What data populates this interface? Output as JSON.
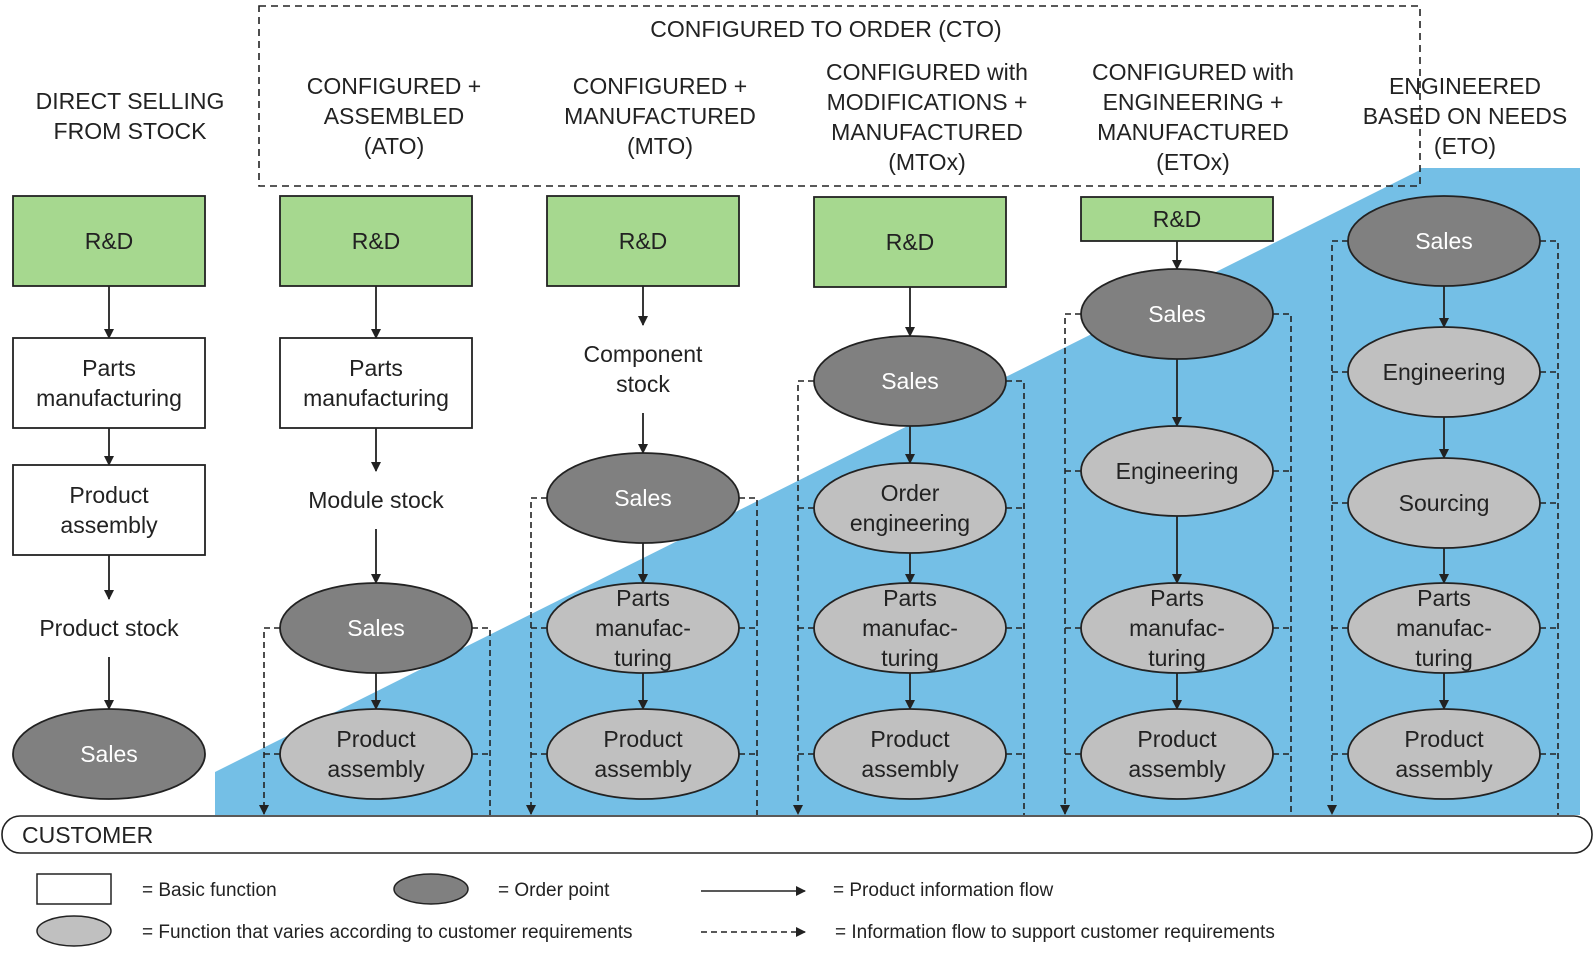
{
  "cto_group_title": "CONFIGURED TO ORDER (CTO)",
  "columns": [
    {
      "id": "mts",
      "header": [
        "DIRECT SELLING",
        "FROM STOCK"
      ],
      "nodes": [
        {
          "type": "rd",
          "label": [
            "R&D"
          ]
        },
        {
          "type": "basic",
          "label": [
            "Parts",
            "manufacturing"
          ]
        },
        {
          "type": "basic",
          "label": [
            "Product",
            "assembly"
          ]
        },
        {
          "type": "stock",
          "label": [
            "Product stock"
          ]
        },
        {
          "type": "order",
          "label": [
            "Sales"
          ]
        }
      ]
    },
    {
      "id": "ato",
      "header": [
        "CONFIGURED +",
        "ASSEMBLED",
        "(ATO)"
      ],
      "nodes": [
        {
          "type": "rd",
          "label": [
            "R&D"
          ]
        },
        {
          "type": "basic",
          "label": [
            "Parts",
            "manufacturing"
          ]
        },
        {
          "type": "stock",
          "label": [
            "Module stock"
          ]
        },
        {
          "type": "order",
          "label": [
            "Sales"
          ]
        },
        {
          "type": "variable",
          "label": [
            "Product",
            "assembly"
          ]
        }
      ]
    },
    {
      "id": "mto",
      "header": [
        "CONFIGURED +",
        "MANUFACTURED",
        "(MTO)"
      ],
      "nodes": [
        {
          "type": "rd",
          "label": [
            "R&D"
          ]
        },
        {
          "type": "stock",
          "label": [
            "Component",
            "stock"
          ]
        },
        {
          "type": "order",
          "label": [
            "Sales"
          ]
        },
        {
          "type": "variable",
          "label": [
            "Parts",
            "manufac-",
            "turing"
          ]
        },
        {
          "type": "variable",
          "label": [
            "Product",
            "assembly"
          ]
        }
      ]
    },
    {
      "id": "mtox",
      "header": [
        "CONFIGURED with",
        "MODIFICATIONS  +",
        "MANUFACTURED",
        "(MTOx)"
      ],
      "nodes": [
        {
          "type": "rd",
          "label": [
            "R&D"
          ]
        },
        {
          "type": "order",
          "label": [
            "Sales"
          ]
        },
        {
          "type": "variable",
          "label": [
            "Order",
            "engineering"
          ]
        },
        {
          "type": "variable",
          "label": [
            "Parts",
            "manufac-",
            "turing"
          ]
        },
        {
          "type": "variable",
          "label": [
            "Product",
            "assembly"
          ]
        }
      ]
    },
    {
      "id": "etox",
      "header": [
        "CONFIGURED with",
        "ENGINEERING +",
        "MANUFACTURED",
        "(ETOx)"
      ],
      "nodes": [
        {
          "type": "rd",
          "label": [
            "R&D"
          ]
        },
        {
          "type": "order",
          "label": [
            "Sales"
          ]
        },
        {
          "type": "variable",
          "label": [
            "Engineering"
          ]
        },
        {
          "type": "variable",
          "label": [
            "Parts",
            "manufac-",
            "turing"
          ]
        },
        {
          "type": "variable",
          "label": [
            "Product",
            "assembly"
          ]
        }
      ]
    },
    {
      "id": "eto",
      "header": [
        "ENGINEERED",
        "BASED ON NEEDS",
        "(ETO)"
      ],
      "nodes": [
        {
          "type": "order",
          "label": [
            "Sales"
          ]
        },
        {
          "type": "variable",
          "label": [
            "Engineering"
          ]
        },
        {
          "type": "variable",
          "label": [
            "Sourcing"
          ]
        },
        {
          "type": "variable",
          "label": [
            "Parts",
            "manufac-",
            "turing"
          ]
        },
        {
          "type": "variable",
          "label": [
            "Product",
            "assembly"
          ]
        }
      ]
    }
  ],
  "customer_label": "CUSTOMER",
  "legend": {
    "basic_function": "= Basic function",
    "order_point": "= Order point",
    "variable_function": "= Function that varies according to customer requirements",
    "product_flow": "= Product information flow",
    "support_flow": "= Information flow to support customer requirements"
  },
  "colors": {
    "rd_fill": "#a6d88f",
    "order_fill": "#808080",
    "variable_fill": "#c0c0c0",
    "basic_fill": "#ffffff",
    "customer_area": "#74bfe6",
    "stroke": "#222222"
  }
}
